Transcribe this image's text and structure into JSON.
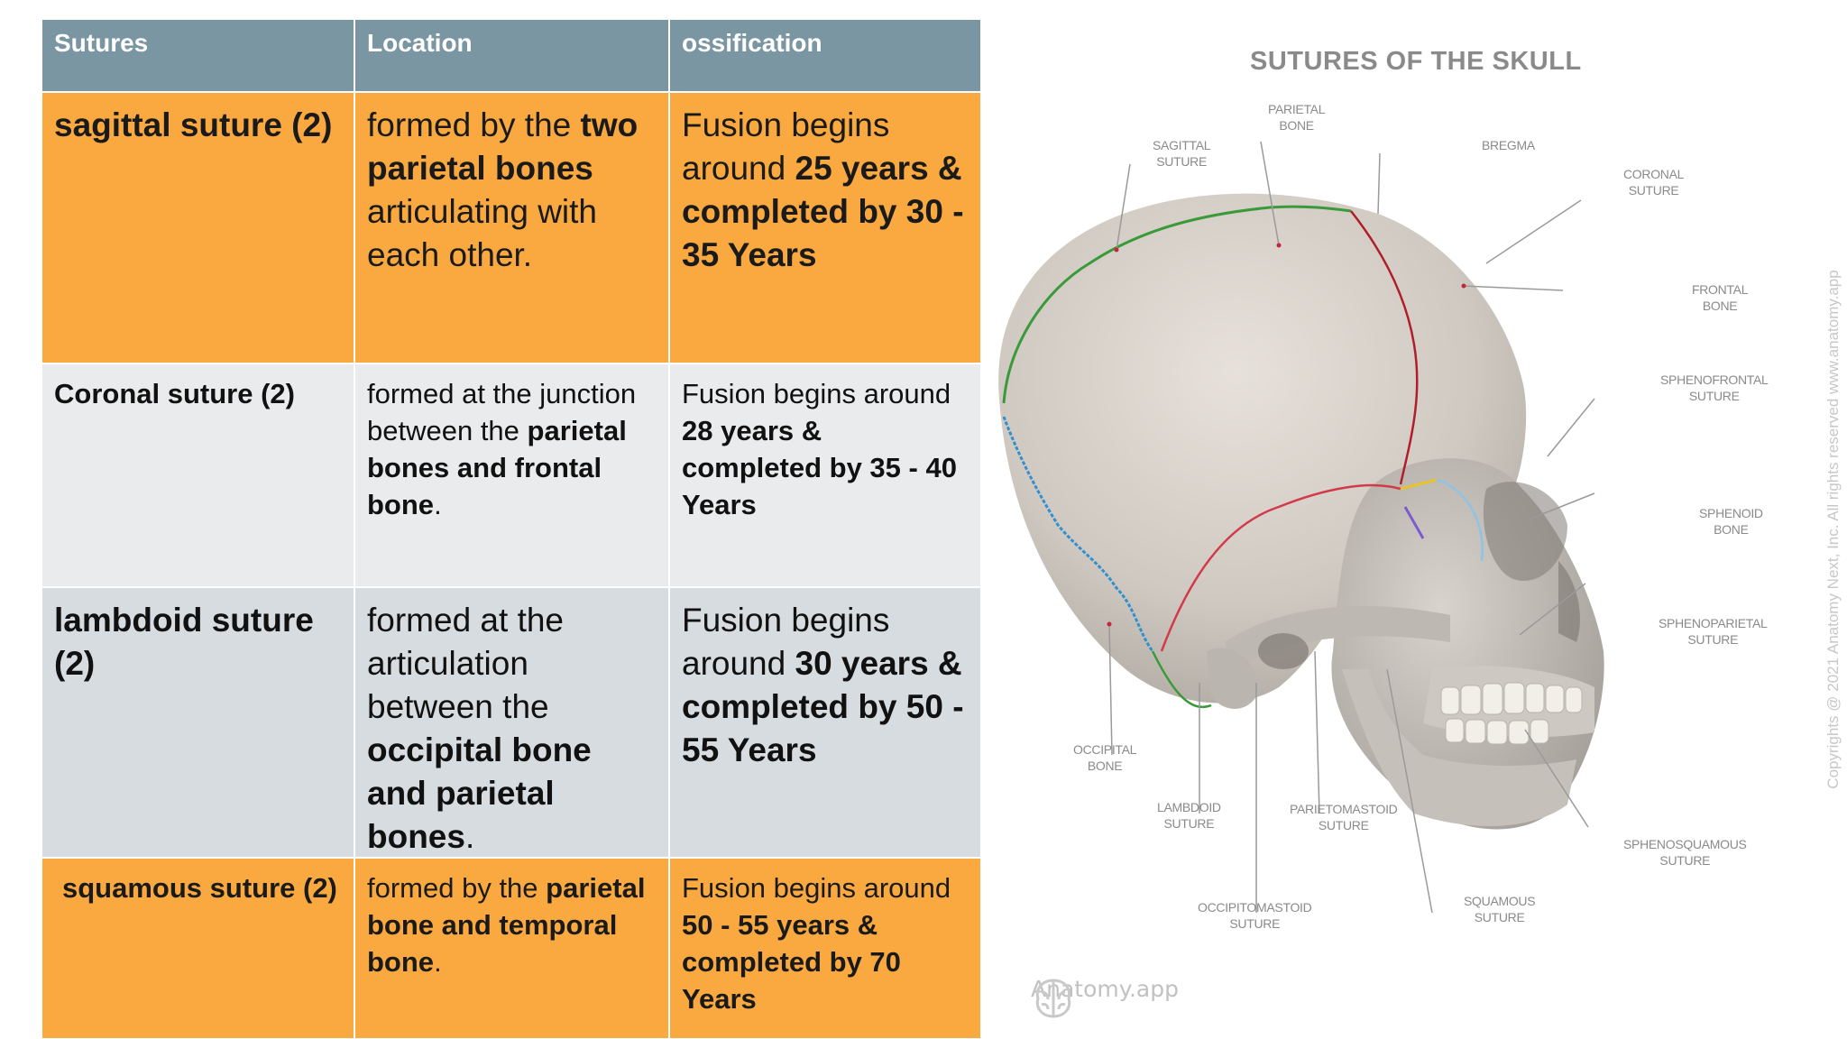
{
  "table": {
    "headers": [
      "Sutures",
      "Location",
      "ossification"
    ],
    "rows": [
      {
        "name": "sagittal suture  (2)",
        "location": [
          {
            "t": "formed by the "
          },
          {
            "t": "two parietal bones",
            "b": true
          },
          {
            "t": " articulating with each other."
          }
        ],
        "ossification": [
          {
            "t": "Fusion begins around "
          },
          {
            "t": "25 years & completed by 30 - 35 Years",
            "b": true
          }
        ]
      },
      {
        "name": "Coronal suture (2)",
        "location": [
          {
            "t": "formed at the junction between the "
          },
          {
            "t": "parietal bones and frontal bone",
            "b": true
          },
          {
            "t": "."
          }
        ],
        "ossification": [
          {
            "t": "Fusion begins around "
          },
          {
            "t": "28 years & completed by 35 - 40 Years",
            "b": true
          }
        ]
      },
      {
        "name": "lambdoid suture  (2)",
        "location": [
          {
            "t": "formed at the articulation between the "
          },
          {
            "t": "occipital  bone and parietal bones",
            "b": true
          },
          {
            "t": "."
          }
        ],
        "ossification": [
          {
            "t": "Fusion begins around "
          },
          {
            "t": "30 years & completed by 50 - 55 Years",
            "b": true
          }
        ]
      },
      {
        "name": "squamous suture (2)",
        "location": [
          {
            "t": "formed by the "
          },
          {
            "t": "parietal bone and temporal  bone",
            "b": true
          },
          {
            "t": "."
          }
        ],
        "ossification": [
          {
            "t": "Fusion begins around "
          },
          {
            "t": "50 - 55 years & completed by 70 Years",
            "b": true
          }
        ]
      }
    ]
  },
  "figure": {
    "title": "SUTURES OF THE SKULL",
    "labels": {
      "parietal_bone": "PARIETAL\nBONE",
      "sagittal_suture": "SAGITTAL\nSUTURE",
      "bregma": "BREGMA",
      "coronal_suture": "CORONAL\nSUTURE",
      "frontal_bone": "FRONTAL\nBONE",
      "sphenofrontal_suture": "SPHENOFRONTAL\nSUTURE",
      "sphenoid_bone": "SPHENOID\nBONE",
      "sphenoparietal_suture": "SPHENOPARIETAL\nSUTURE",
      "sphenosquamous_suture": "SPHENOSQUAMOUS\nSUTURE",
      "squamous_suture": "SQUAMOUS\nSUTURE",
      "parietomastoid_suture": "PARIETOMASTOID\nSUTURE",
      "occipitomastoid_suture": "OCCIPITOMASTOID\nSUTURE",
      "lambdoid_suture": "LAMBDOID\nSUTURE",
      "occipital_bone": "OCCIPITAL\nBONE"
    },
    "copyright": "Copyrights @ 2021 Anatomy Next, Inc. All rights reserved www.anatomy.app",
    "brand": "Anatomy.app",
    "brand_icon": "brain-logo-icon",
    "colors": {
      "sagittal": "#3a9a3a",
      "coronal": "#b01e2a",
      "lambdoid": "#2f8fd0",
      "squamous": "#d23a4a",
      "sphenofrontal": "#e6c42a",
      "sphenoparietal": "#7a5bd1",
      "sphenosquamous": "#8fc3e6"
    }
  }
}
